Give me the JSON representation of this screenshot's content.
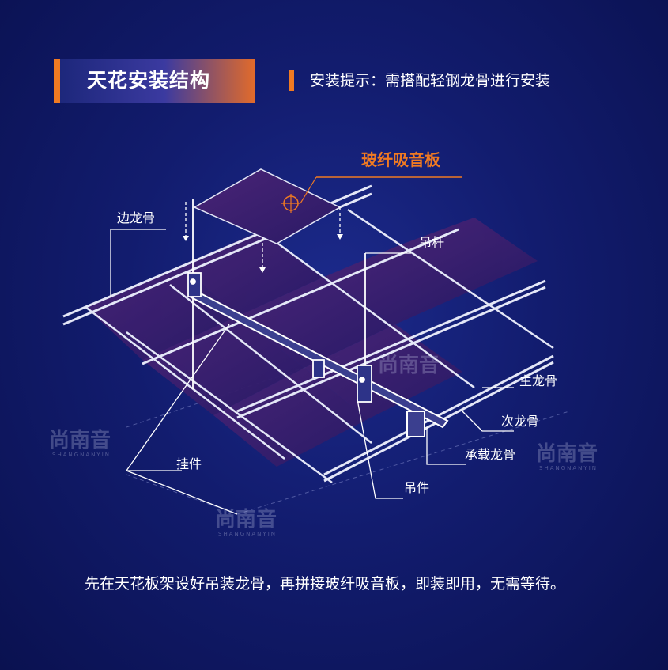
{
  "header": {
    "title": "天花安装结构",
    "tip": "安装提示：需搭配轻钢龙骨进行安装"
  },
  "labels": {
    "panel": "玻纤吸音板",
    "edge_keel": "边龙骨",
    "hanger_rod": "吊杆",
    "main_keel": "主龙骨",
    "secondary_keel": "次龙骨",
    "bearing_keel": "承载龙骨",
    "hook": "挂件",
    "hanger": "吊件"
  },
  "watermark": {
    "text": "尚南音",
    "sub": "SHANGNANYIN"
  },
  "description": "先在天花板架设好吊装龙骨，再拼接玻纤吸音板，即装即用，无需等待。",
  "colors": {
    "accent": "#f07a22",
    "background": "#121c6e",
    "panel": "#3a1f6e"
  }
}
